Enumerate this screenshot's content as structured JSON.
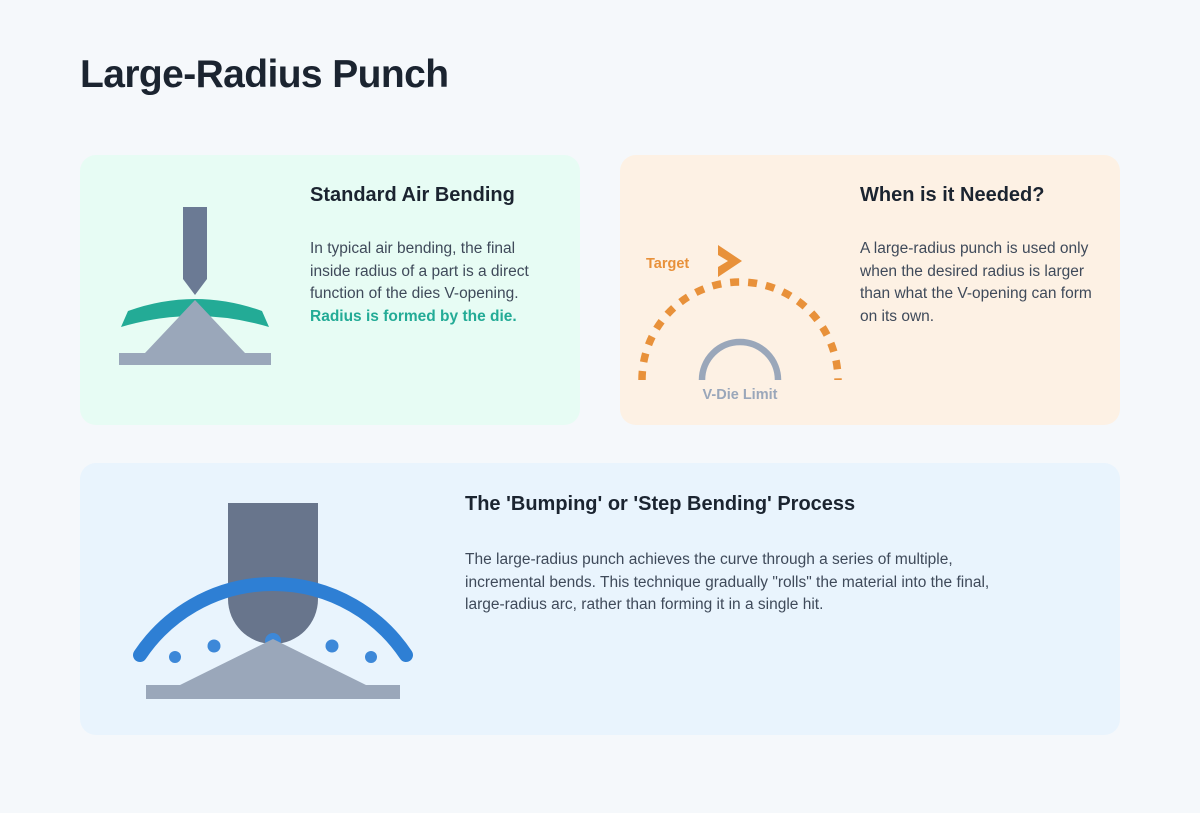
{
  "page": {
    "title": "Large-Radius Punch",
    "background_color": "#f5f8fb",
    "title_color": "#1b2430"
  },
  "palette": {
    "punch_slate": "#6b7a94",
    "punch_slate_dark": "#68758c",
    "die_gray": "#9aa7ba",
    "sheet_teal": "#23ab96",
    "accent_orange": "#e8913a",
    "accent_blue": "#2e7fd4",
    "vdie_gray": "#9aa7ba",
    "heading_navy": "#1b2430",
    "body_gray": "#3f4a5a"
  },
  "cards": [
    {
      "id": "air-bending",
      "background_color": "#e7fcf4",
      "heading": "Standard Air Bending",
      "text": "In typical air bending, the final inside radius of a part is a direct function of the dies V-opening. ",
      "emphasis": "Radius is formed by the die.",
      "figure_name": "air-bending-diagram"
    },
    {
      "id": "when-needed",
      "background_color": "#fdf1e4",
      "heading": "When is it Needed?",
      "text": "A large-radius punch is used only when the desired radius is larger than what the V-opening can form on its own.",
      "emphasis": "",
      "figure_name": "radius-comparison-diagram",
      "figure_labels": {
        "target": "Target",
        "comparator": ">",
        "vdie_limit": "V-Die Limit"
      }
    },
    {
      "id": "bumping",
      "background_color": "#e9f4fd",
      "heading": "The 'Bumping' or 'Step Bending' Process",
      "text": "The large-radius punch achieves the curve through a series of multiple, incremental bends. This technique gradually \"rolls\" the material into the final, large-radius arc, rather than forming it in a single hit.",
      "emphasis": "",
      "figure_name": "bumping-diagram"
    }
  ]
}
